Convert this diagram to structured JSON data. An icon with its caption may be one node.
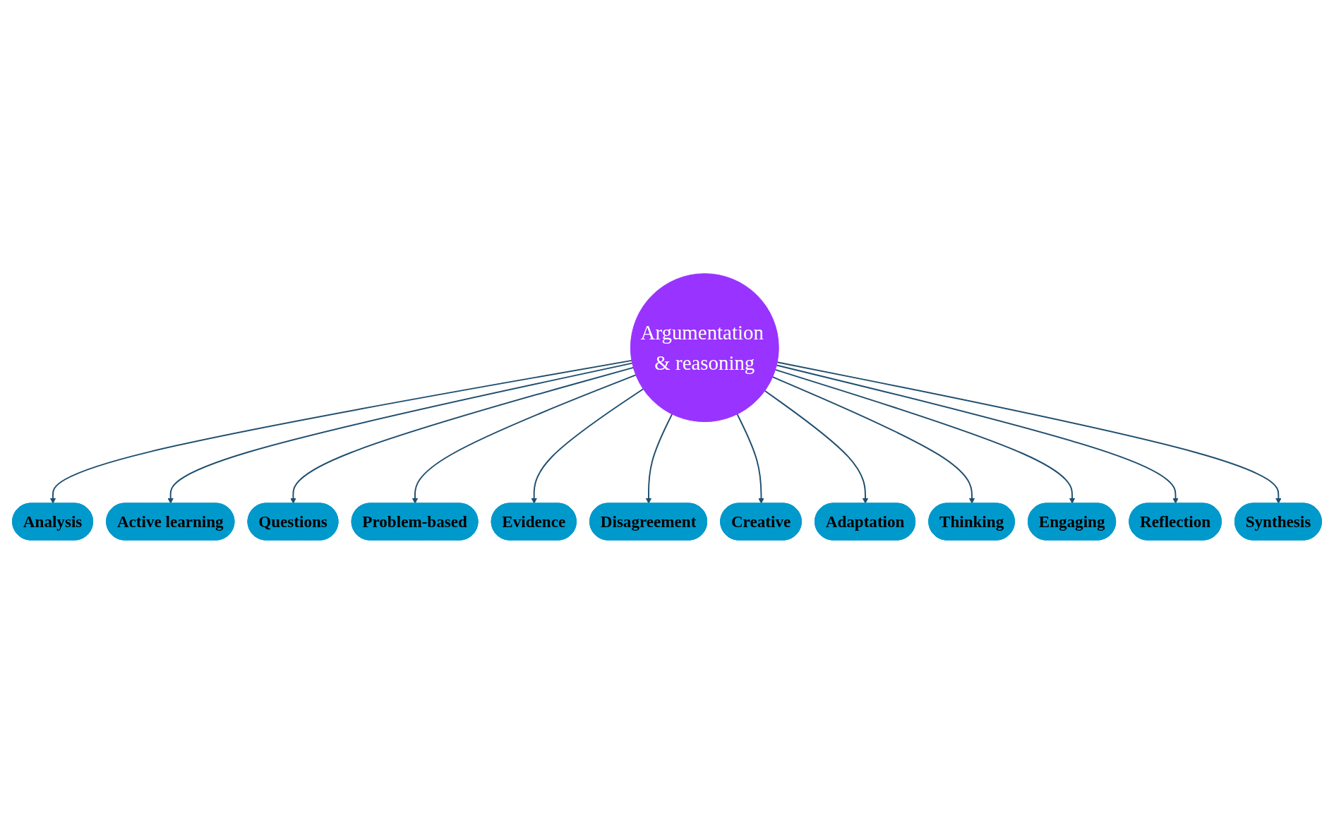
{
  "diagram": {
    "nodes": [
      {
        "text": [
          "Argumentation & reasoning"
        ]
      },
      {
        "text": [
          "Analysis"
        ]
      },
      {
        "text": [
          "Active learning"
        ]
      },
      {
        "text": [
          "Questions"
        ]
      },
      {
        "text": [
          "Problem-based"
        ]
      },
      {
        "text": [
          "Evidence"
        ]
      },
      {
        "text": [
          "Disagreement"
        ]
      },
      {
        "text": [
          "Creative"
        ]
      },
      {
        "text": [
          "Adaptation"
        ]
      },
      {
        "text": [
          "Thinking"
        ]
      },
      {
        "text": [
          "Engaging"
        ]
      },
      {
        "text": [
          "Reflection"
        ]
      },
      {
        "text": [
          "Synthesis"
        ]
      }
    ],
    "edges": [
      {
        "from": 0,
        "to": 1,
        "arrow": "to"
      },
      {
        "from": 0,
        "to": 2,
        "arrow": "to"
      },
      {
        "from": 0,
        "to": 3,
        "arrow": "to"
      },
      {
        "from": 0,
        "to": 4,
        "arrow": "to"
      },
      {
        "from": 0,
        "to": 5,
        "arrow": "to"
      },
      {
        "from": 0,
        "to": 6,
        "arrow": "to"
      },
      {
        "from": 0,
        "to": 7,
        "arrow": "to"
      },
      {
        "from": 0,
        "to": 8,
        "arrow": "to"
      },
      {
        "from": 0,
        "to": 9,
        "arrow": "to"
      },
      {
        "from": 0,
        "to": 10,
        "arrow": "to"
      },
      {
        "from": 0,
        "to": 11,
        "arrow": "to"
      },
      {
        "from": 0,
        "to": 12,
        "arrow": "to"
      }
    ]
  }
}
